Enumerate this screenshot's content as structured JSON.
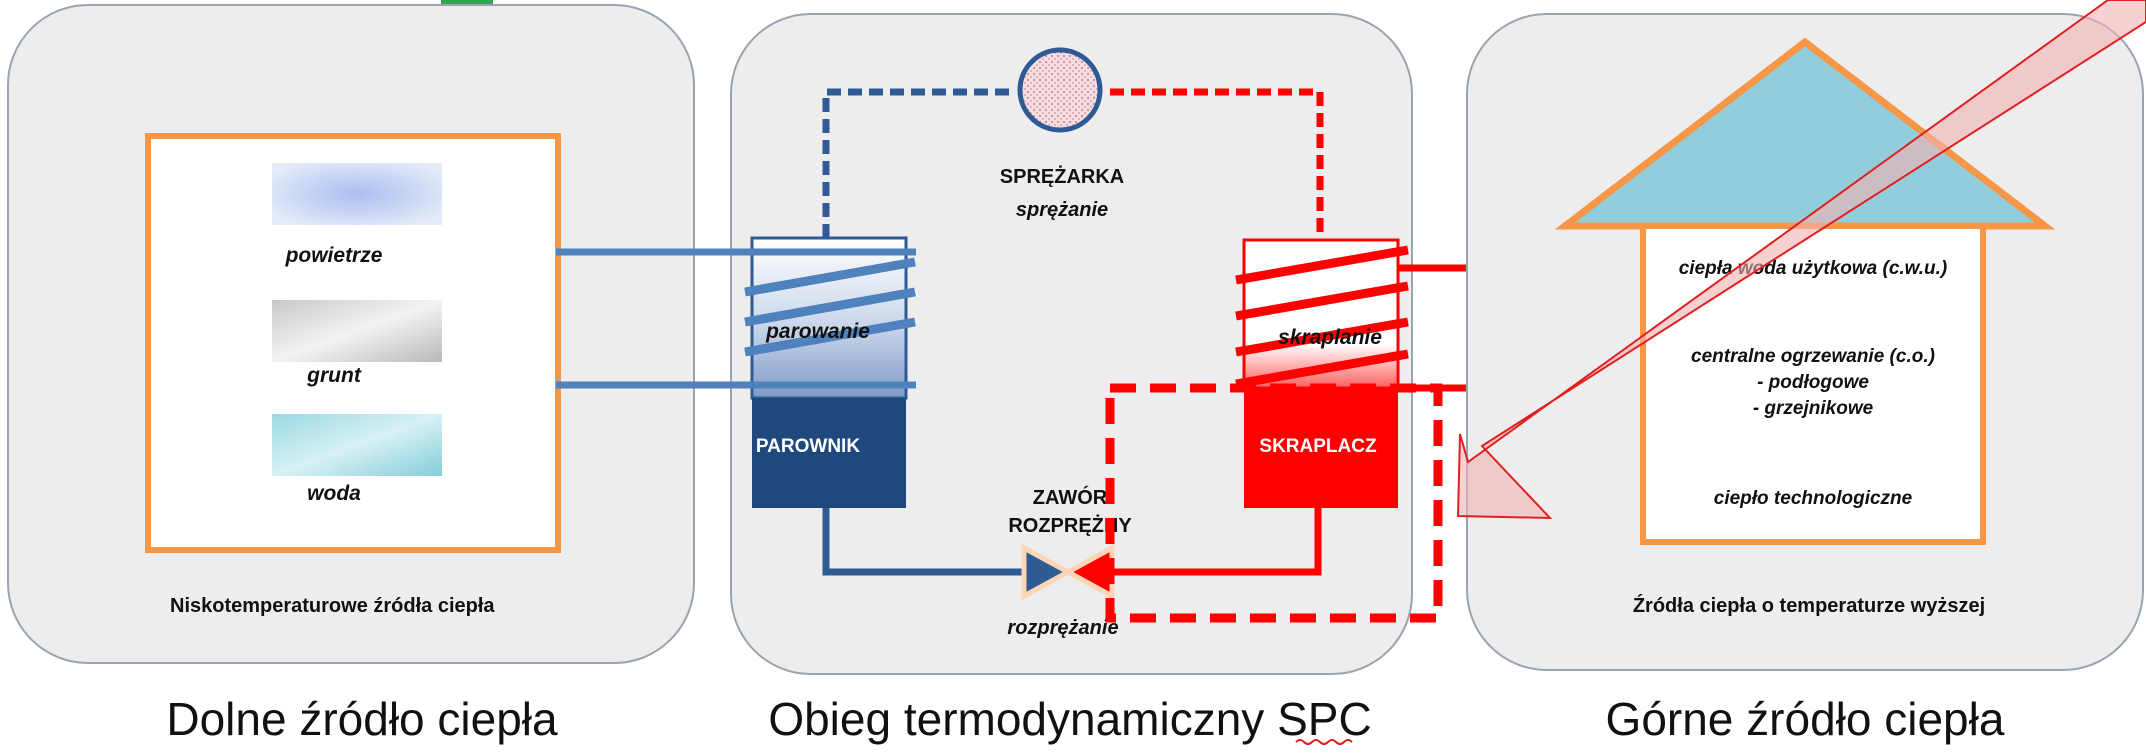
{
  "panels": {
    "left": {
      "caption": "Niskotemperaturowe źródła ciepła",
      "title": "Dolne źródło ciepła",
      "sources": [
        {
          "label": "powietrze"
        },
        {
          "label": "grunt"
        },
        {
          "label": "woda"
        }
      ]
    },
    "middle": {
      "title": "Obieg termodynamiczny SPC",
      "compressor": {
        "name": "SPRĘŻARKA",
        "process": "sprężanie"
      },
      "evaporator": {
        "name": "PAROWNIK",
        "process": "parowanie"
      },
      "condenser": {
        "name": "SKRAPLACZ",
        "process": "skraplanie"
      },
      "valve": {
        "name_line1": "ZAWÓR",
        "name_line2": "ROZPRĘŻNY",
        "process": "rozprężanie"
      }
    },
    "right": {
      "caption": "Źródła ciepła o temperaturze wyższej",
      "title": "Górne źródło ciepła",
      "uses": {
        "cwu": "ciepła woda użytkowa (c.w.u.)",
        "co": "centralne ogrzewanie (c.o.)",
        "co_sub1": "- podłogowe",
        "co_sub2": "- grzejnikowe",
        "tech": "ciepło technologiczne"
      }
    }
  },
  "colors": {
    "cold": "#2e5a96",
    "cold_pipe": "#4f81bd",
    "hot": "#ff0000",
    "panel_bg": "#ededed",
    "orange": "#f79646",
    "roof": "#92cddc"
  }
}
